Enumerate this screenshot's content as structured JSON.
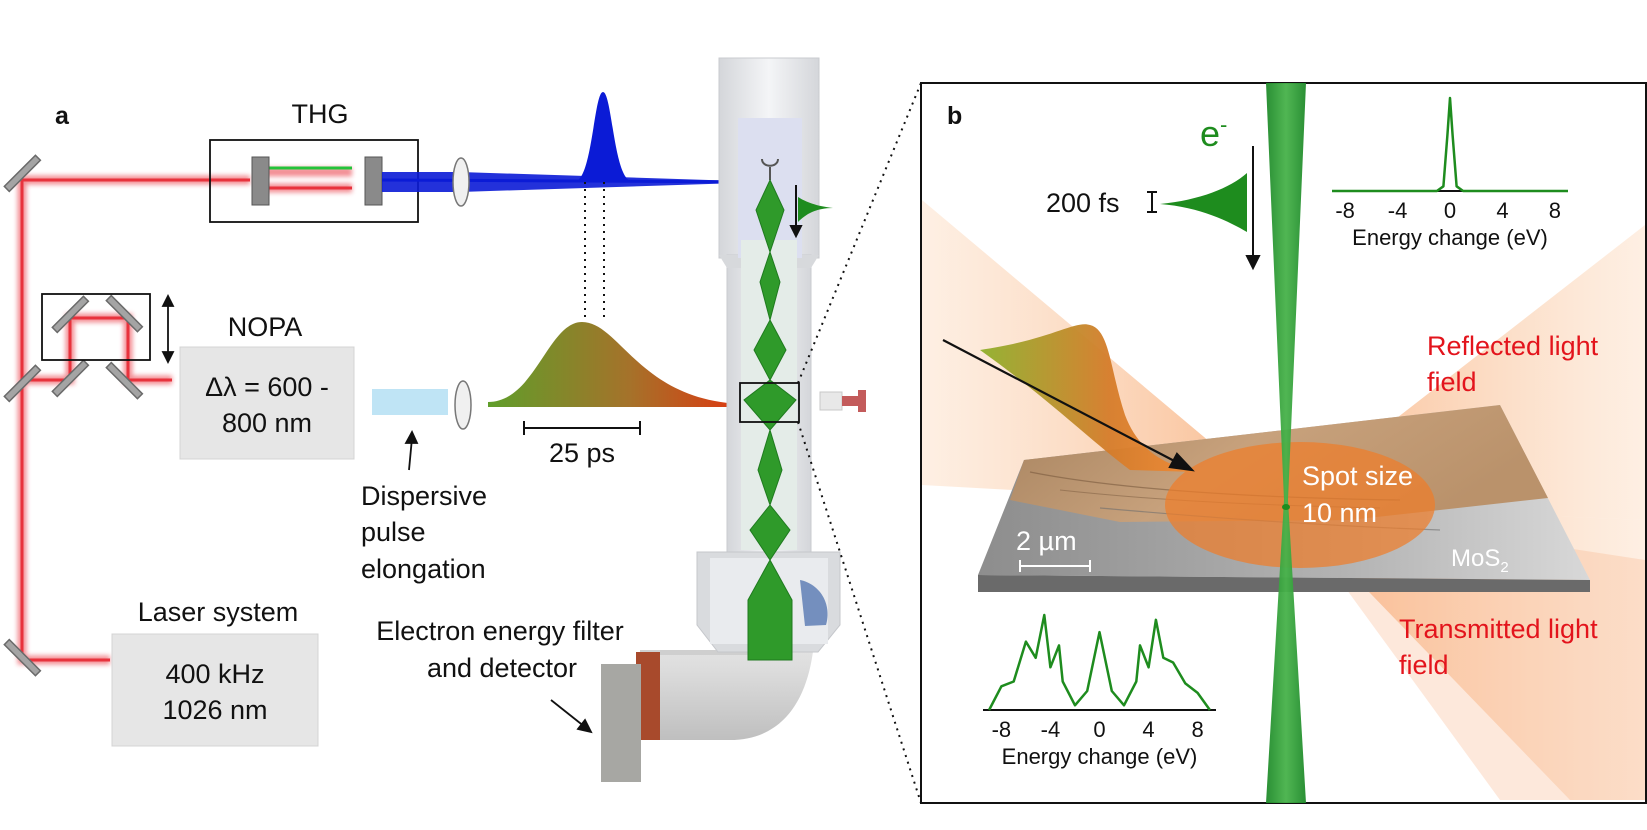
{
  "panel_a": {
    "label": "a",
    "thg_label": "THG",
    "nopa_label": "NOPA",
    "nopa_line1": "Δλ = 600 -",
    "nopa_line2": "800 nm",
    "laser_label": "Laser system",
    "laser_line1": "400 kHz",
    "laser_line2": "1026 nm",
    "pulse_scale": "25 ps",
    "dispersive_line1": "Dispersive",
    "dispersive_line2": "pulse",
    "dispersive_line3": "elongation",
    "filter_line1": "Electron energy filter",
    "filter_line2": "and detector"
  },
  "panel_b": {
    "label": "b",
    "electron_symbol": "e",
    "electron_superscript": "-",
    "duration_label": "200 fs",
    "reflected_line1": "Reflected light",
    "reflected_line2": "field",
    "transmitted_line1": "Transmitted light",
    "transmitted_line2": "field",
    "spot_line1": "Spot size",
    "spot_line2": "10 nm",
    "scalebar_label": "2 µm",
    "material": "MoS",
    "material_subscript": "2"
  },
  "chart_data": [
    {
      "type": "line",
      "xlabel": "Energy change (eV)",
      "xticks": [
        "-8",
        "-4",
        "0",
        "4",
        "8"
      ],
      "xlim": [
        -9,
        9
      ],
      "series": [
        {
          "x": [
            -9,
            -1,
            -0.5,
            -0.2,
            0,
            0.2,
            0.5,
            1,
            9
          ],
          "y": [
            0,
            0,
            0.05,
            0.6,
            1.0,
            0.6,
            0.05,
            0,
            0
          ]
        }
      ]
    },
    {
      "type": "line",
      "xlabel": "Energy change (eV)",
      "xticks": [
        "-8",
        "-4",
        "0",
        "4",
        "8"
      ],
      "xlim": [
        -9.5,
        9.5
      ],
      "series": [
        {
          "x": [
            -9,
            -8,
            -7,
            -6,
            -5.2,
            -4.5,
            -4,
            -3.3,
            -3,
            -2,
            -1,
            0,
            1,
            2,
            3,
            3.3,
            4,
            4.6,
            5.2,
            6,
            7,
            8,
            9
          ],
          "y": [
            0,
            0.25,
            0.3,
            0.72,
            0.55,
            1.0,
            0.45,
            0.68,
            0.3,
            0.05,
            0.2,
            0.82,
            0.2,
            0.05,
            0.3,
            0.68,
            0.45,
            0.95,
            0.55,
            0.5,
            0.28,
            0.18,
            0
          ]
        }
      ]
    }
  ],
  "colors": {
    "red_beam": "#e8323c",
    "blue_beam": "#0b1bd6",
    "green": "#1e8c1e",
    "orange": "#f07c1a",
    "red_text": "#e3141c"
  }
}
